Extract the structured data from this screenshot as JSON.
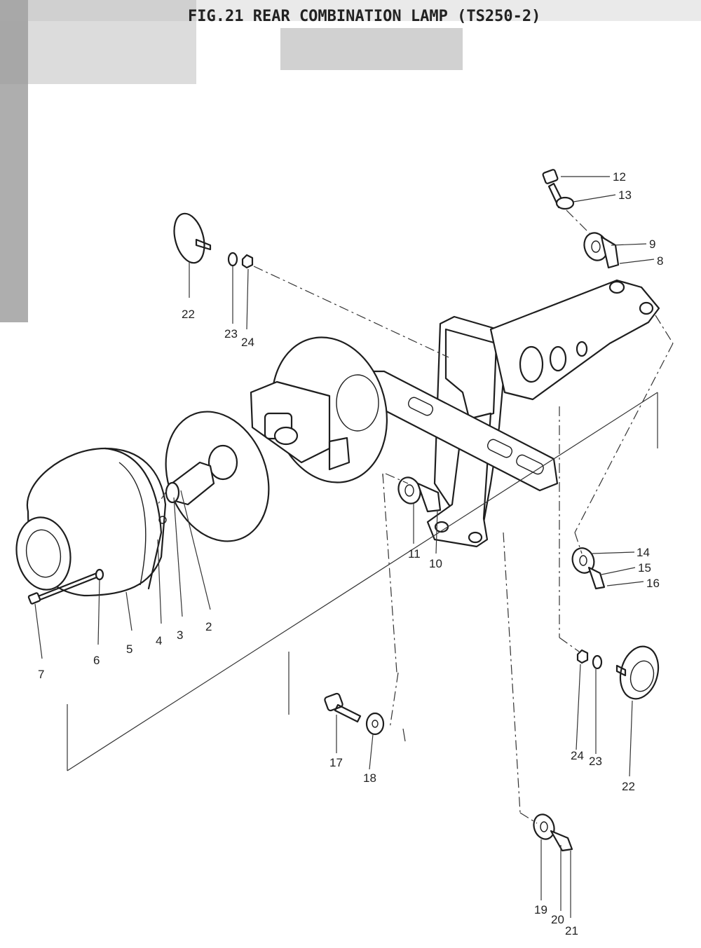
{
  "figure": {
    "title": "FIG.21 REAR COMBINATION LAMP (TS250-2)"
  },
  "callouts": {
    "n2": "2",
    "n3": "3",
    "n4": "4",
    "n5": "5",
    "n6": "6",
    "n7": "7",
    "n8": "8",
    "n9": "9",
    "n10": "10",
    "n11": "11",
    "n12": "12",
    "n13": "13",
    "n14": "14",
    "n15": "15",
    "n16": "16",
    "n17": "17",
    "n18": "18",
    "n19": "19",
    "n20": "20",
    "n21": "21",
    "n22a": "22",
    "n22b": "22",
    "n23a": "23",
    "n23b": "23",
    "n24a": "24",
    "n24b": "24"
  }
}
